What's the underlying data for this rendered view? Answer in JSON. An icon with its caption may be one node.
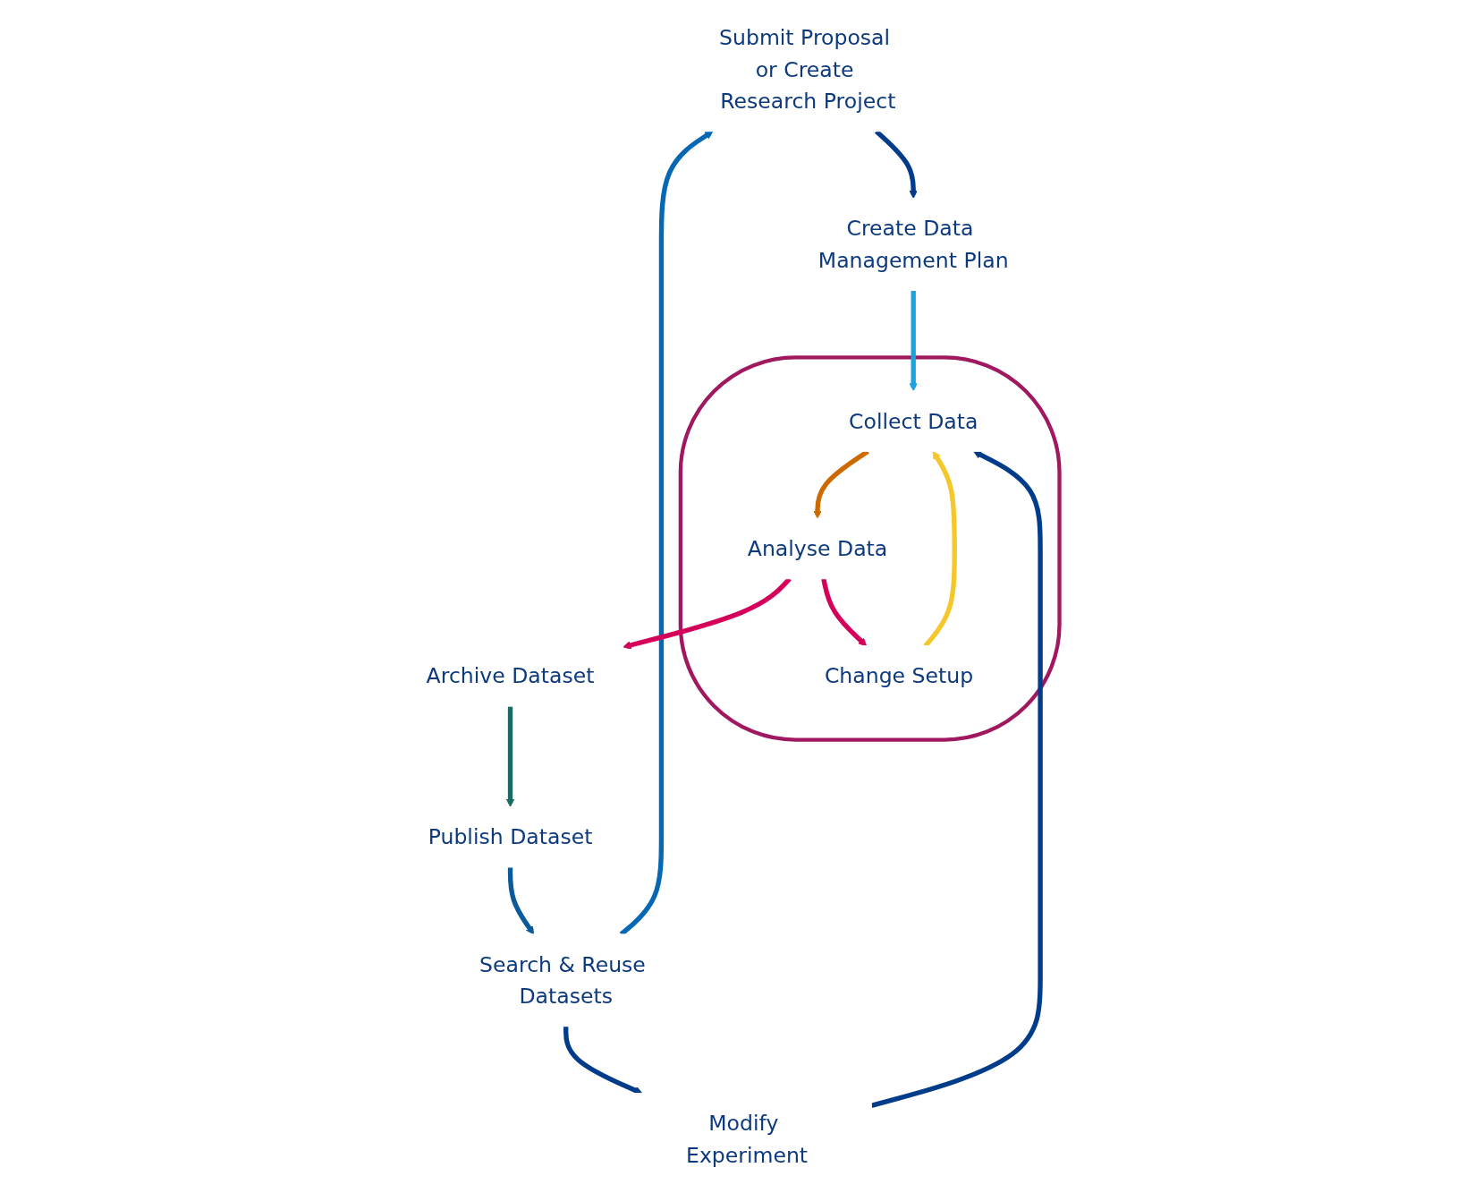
{
  "diagram": {
    "nodes": [
      {
        "text": [
          "Submit Proposal or Create Research Project"
        ]
      },
      {
        "text": [
          "Search & Reuse Datasets"
        ]
      },
      {
        "text": [
          "Modify Experiment"
        ]
      },
      {
        "text": [
          "Create Data Management Plan"
        ]
      },
      {
        "text": [],
        "shape": "loop"
      },
      {
        "text": [
          "Change Setup"
        ],
        "in": 4
      },
      {
        "text": [
          "Collect Data"
        ],
        "in": 4
      },
      {
        "text": [
          "Publish Dataset"
        ]
      },
      {
        "text": [
          "Analyse Data"
        ],
        "in": 4
      },
      {
        "text": [
          "Archive Dataset"
        ]
      }
    ],
    "edges": [
      {
        "from": 1,
        "to": 0,
        "arrow": "to",
        "color": "#0468b4"
      },
      {
        "from": 1,
        "to": 2,
        "arrow": "to",
        "color": "#003c8a"
      },
      {
        "from": 0,
        "to": 3,
        "arrow": "to",
        "color": "#003c8a"
      },
      {
        "from": 3,
        "to": 6,
        "arrow": "to",
        "color": "#1ba3e0"
      },
      {
        "from": 2,
        "to": 6,
        "arrow": "to",
        "color": "#003c8a"
      },
      {
        "from": 6,
        "to": 8,
        "arrow": "to",
        "color": "#cc6a00"
      },
      {
        "from": 8,
        "to": 5,
        "arrow": "to",
        "color": "#d4005a"
      },
      {
        "from": 5,
        "to": 6,
        "arrow": "to",
        "color": "#f4c82a"
      },
      {
        "from": 8,
        "to": 9,
        "arrow": "to",
        "color": "#d4005a"
      },
      {
        "from": 9,
        "to": 7,
        "arrow": "to",
        "color": "#1c6a66"
      },
      {
        "from": 7,
        "to": 1,
        "arrow": "to",
        "color": "#0a5a9c"
      }
    ]
  }
}
